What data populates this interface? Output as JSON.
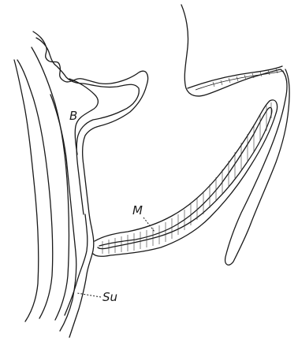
{
  "labels": {
    "b": "B",
    "m": "M",
    "su": "Su"
  },
  "colors": {
    "ink": "#1a1a1a",
    "paper": "#ffffff"
  }
}
